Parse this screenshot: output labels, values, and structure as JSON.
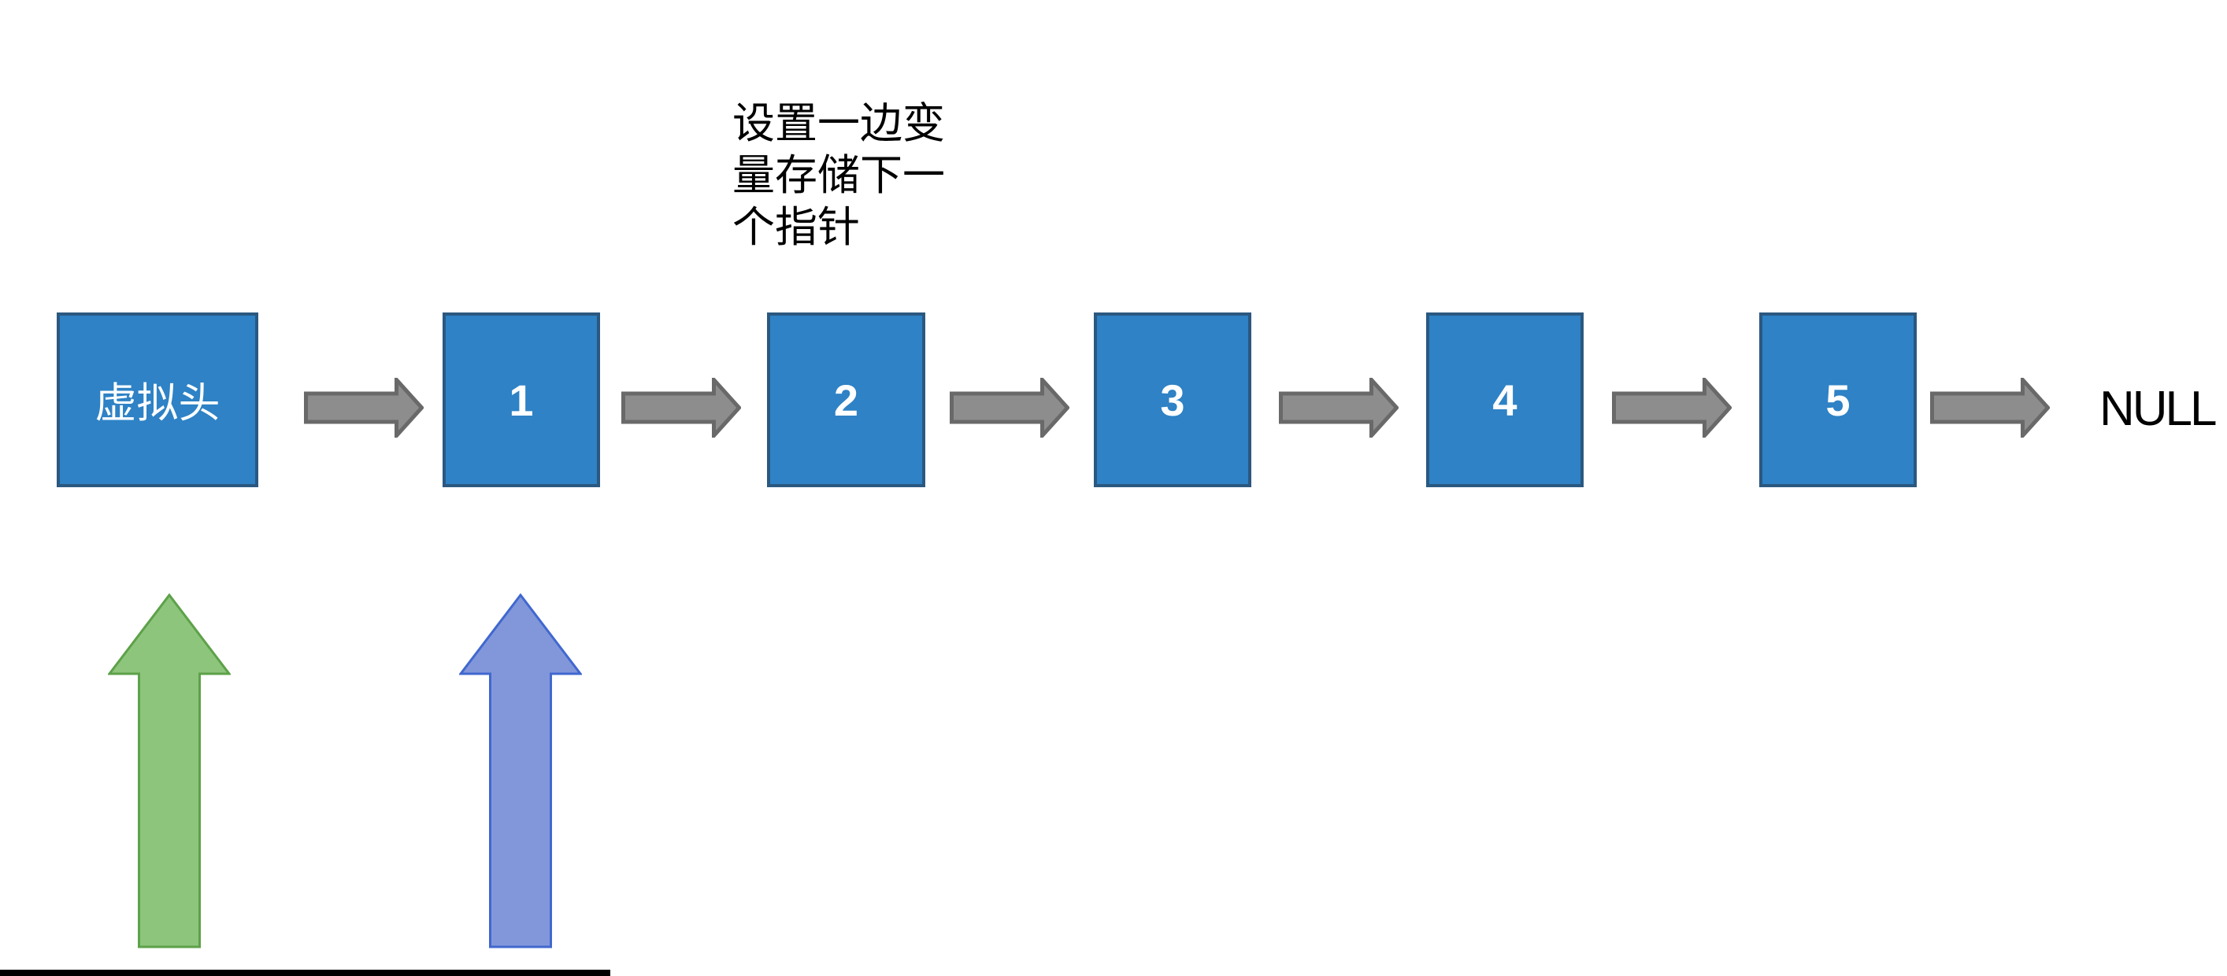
{
  "annotation": {
    "text": "设置一边变\n量存储下一\n个指针"
  },
  "list": {
    "nodes": [
      {
        "label": "虚拟头"
      },
      {
        "label": "1"
      },
      {
        "label": "2"
      },
      {
        "label": "3"
      },
      {
        "label": "4"
      },
      {
        "label": "5"
      }
    ],
    "terminator_label": "NULL"
  },
  "icons": {
    "next_pointer": "gray-right-arrow-icon",
    "dummy_head_marker": "green-up-arrow-icon",
    "node1_marker": "blue-up-arrow-icon"
  },
  "colors": {
    "node_fill": "#2e82c5",
    "node_border": "#2b5880",
    "node_text": "#ffffff",
    "gray_arrow_fill": "#8d8d8d",
    "gray_arrow_stroke": "#696969",
    "green_arrow_fill": "#8dc57c",
    "green_arrow_stroke": "#5da149",
    "blue_arrow_fill": "#8297da",
    "blue_arrow_stroke": "#4168cf",
    "annotation_text": "#000000",
    "terminator_text": "#000000",
    "bottom_bar": "#000000"
  }
}
